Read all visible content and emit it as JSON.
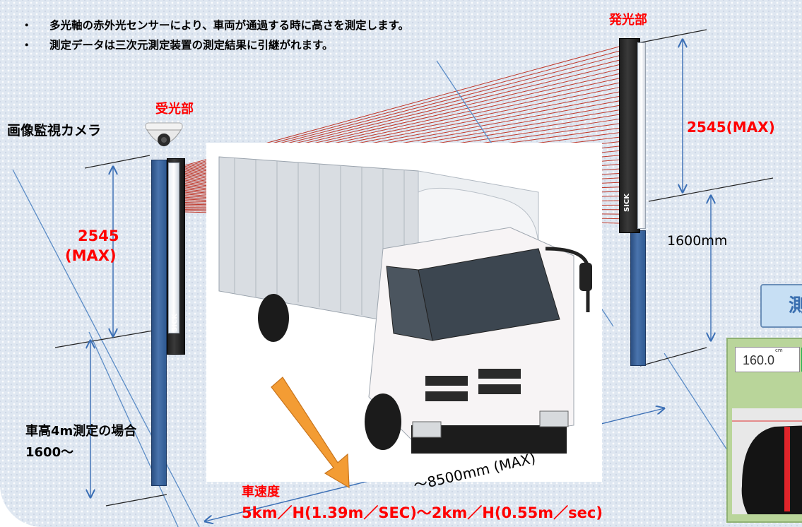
{
  "bullets": [
    "多光軸の赤外光センサーにより、車両が通過する時に高さを測定します。",
    "測定データは三次元測定装置の測定結果に引継がれます。"
  ],
  "bullet_mark": "・",
  "labels": {
    "emitter": "発光部",
    "receiver": "受光部",
    "camera": "画像監視カメラ",
    "right_range": "2545(MAX)",
    "left_range_top": "2545",
    "left_range_bottom": "(MAX)",
    "base_height": "1600mm",
    "case_title": "車高4m測定の場合",
    "case_value": "1600～",
    "distance": "～8500mm (MAX)",
    "speed_title": "車速度",
    "speed_value": "5km／H(1.39m／SEC)～2km／H(0.55m／sec)",
    "sensor_brand": "SICK"
  },
  "panel": {
    "tab_text": "測",
    "value": "160.0",
    "unit": "cm"
  },
  "colors": {
    "accent_red": "#ff0000",
    "beam_red": "#c0392b",
    "pole_blue": "#3a63a0",
    "arrow_orange": "#f39c34",
    "background": "#dfe7f1"
  }
}
